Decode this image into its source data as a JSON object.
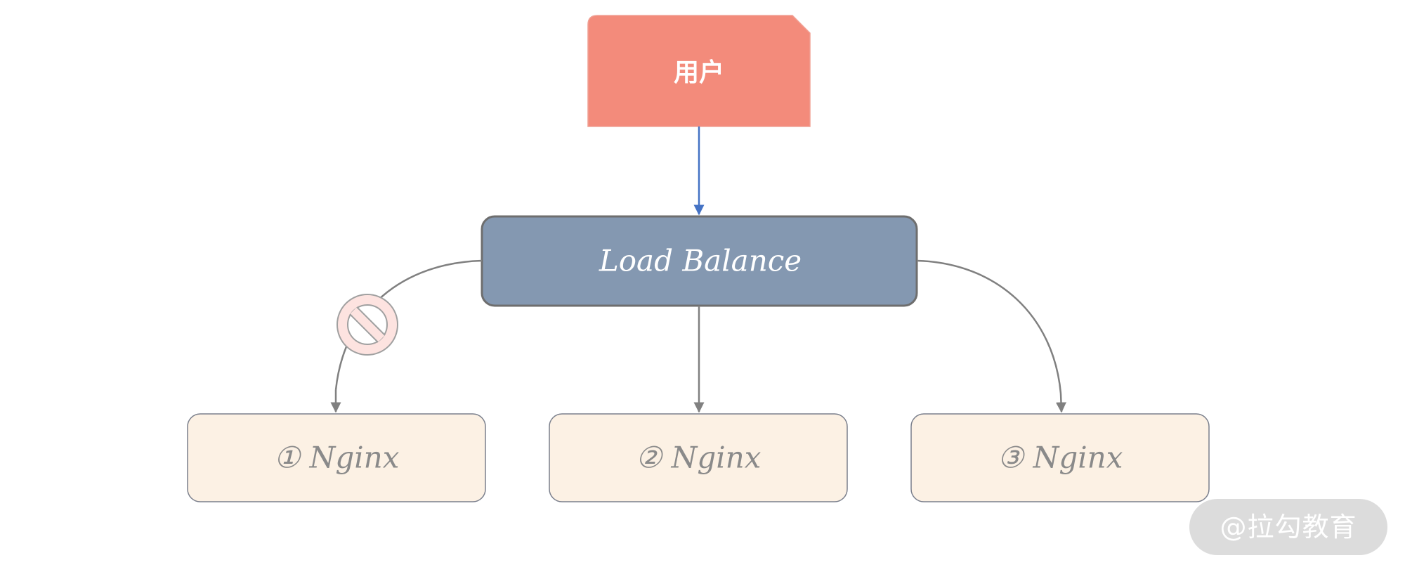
{
  "nodes": {
    "user": {
      "label": "用户"
    },
    "load_balance": {
      "label": "Load Balance"
    },
    "nginx": [
      {
        "label": "① Nginx"
      },
      {
        "label": "② Nginx"
      },
      {
        "label": "③ Nginx"
      }
    ]
  },
  "watermark": {
    "text": "@拉勾教育"
  },
  "icons": {
    "blocked_connection": "prohibited-icon"
  },
  "colors": {
    "user_fill": "#f38b7b",
    "load_balance_fill": "#8498b1",
    "nginx_fill": "#fcf1e4",
    "user_arrow": "#4472c4",
    "edge": "#808080",
    "prohibited_fill": "#fde3e0"
  }
}
